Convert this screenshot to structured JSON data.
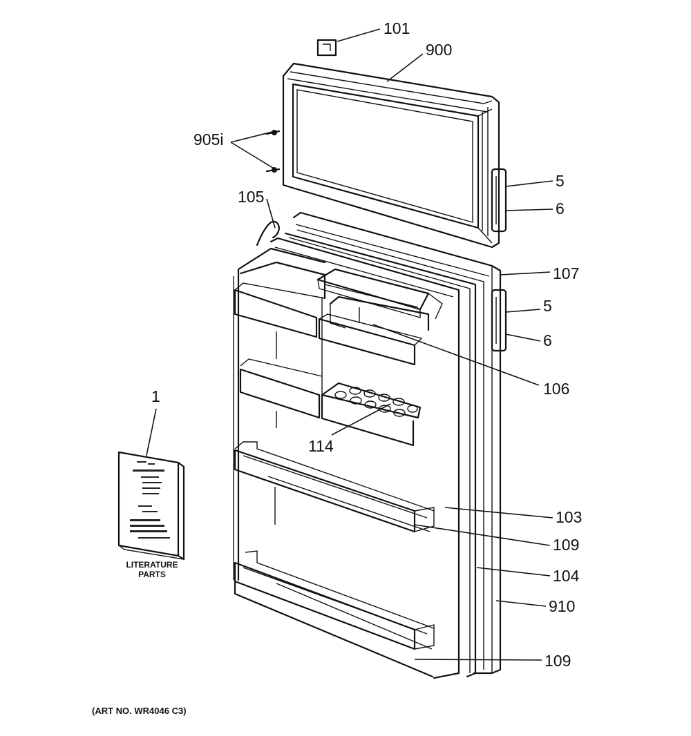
{
  "callouts": {
    "c101": "101",
    "c900": "900",
    "c905": "905i",
    "c5a": "5",
    "c6a": "6",
    "c105": "105",
    "c107": "107",
    "c5b": "5",
    "c6b": "6",
    "c106": "106",
    "c1": "1",
    "c114": "114",
    "c103": "103",
    "c109a": "109",
    "c104": "104",
    "c910": "910",
    "c109b": "109"
  },
  "literature": {
    "line1": "LITERATURE",
    "line2": "PARTS"
  },
  "art_number": "(ART NO. WR4046 C3)"
}
